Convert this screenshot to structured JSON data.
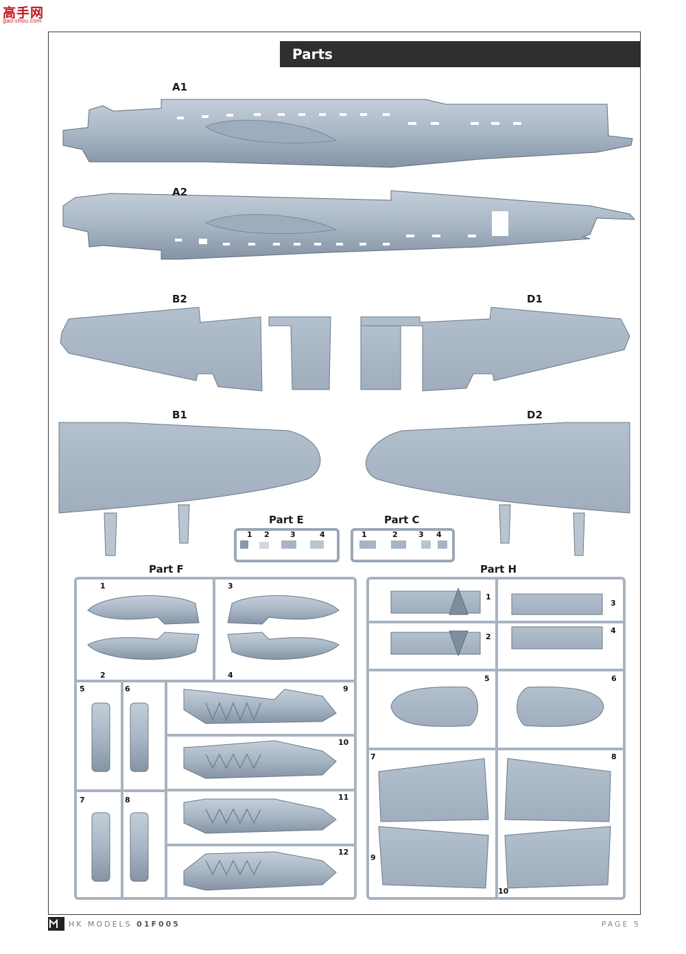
{
  "watermark": {
    "text": "高手网",
    "url": "gao-shou.com"
  },
  "header": {
    "title": "Parts"
  },
  "labels": {
    "a1": "A1",
    "a2": "A2",
    "b2": "B2",
    "d1": "D1",
    "b1": "B1",
    "d2": "D2",
    "part_e": "Part E",
    "part_c": "Part C",
    "part_f": "Part F",
    "part_h": "Part H"
  },
  "part_e_numbers": [
    "1",
    "2",
    "3",
    "4"
  ],
  "part_c_numbers": [
    "1",
    "2",
    "3",
    "4"
  ],
  "part_f_numbers": [
    "1",
    "3",
    "2",
    "4",
    "5",
    "6",
    "9",
    "10",
    "7",
    "8",
    "11",
    "12"
  ],
  "part_h_numbers": [
    "1",
    "3",
    "2",
    "4",
    "5",
    "6",
    "7",
    "8",
    "9",
    "10"
  ],
  "footer": {
    "brand": "HK MODELS",
    "code": "01F005",
    "page": "PAGE 5"
  },
  "colors": {
    "part": "#a6b4c3",
    "part_dark": "#7d8c9c",
    "sprue": "#b4c0cc",
    "banner": "#2f2f2f"
  }
}
